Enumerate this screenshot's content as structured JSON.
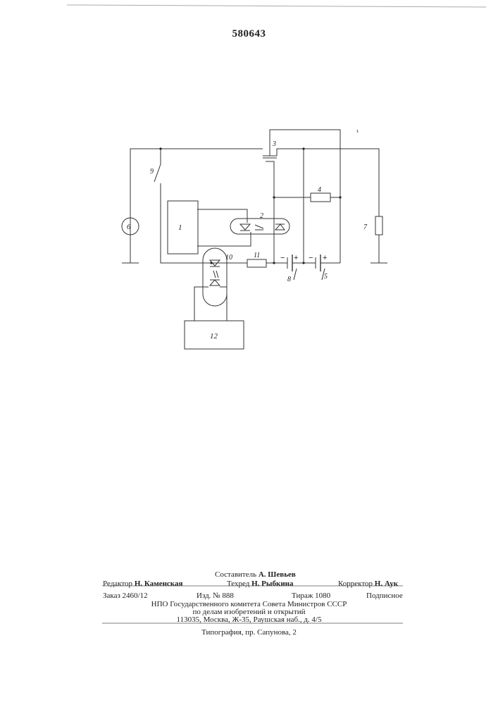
{
  "patent_number": "580643",
  "schematic": {
    "labels": {
      "n1": "1",
      "n2": "2",
      "n3": "3",
      "n4": "4",
      "n5": "5",
      "n6": "6",
      "n7": "7",
      "n8": "8",
      "n9": "9",
      "n10": "10",
      "n11": "11",
      "n12": "12",
      "minus": "−",
      "plus": "+"
    }
  },
  "colophon": {
    "compiler_role": "Составитель",
    "compiler_name": "А. Шевьев",
    "editor_role": "Редактор",
    "editor_name": "Н. Каменская",
    "techred_role": "Техред",
    "techred_name": "Н. Рыбкина",
    "corrector_role": "Корректор",
    "corrector_name": "Н. Аук",
    "order": "Заказ 2460/12",
    "edition": "Изд. № 888",
    "circulation": "Тираж 1080",
    "subscription": "Подписное",
    "publisher_line1": "НПО Государственного комитета Совета Министров СССР",
    "publisher_line2": "по делам изобретений и открытий",
    "address": "113035, Москва, Ж-35, Раушская наб., д. 4/5",
    "printer": "Типография, пр. Сапунова, 2"
  }
}
